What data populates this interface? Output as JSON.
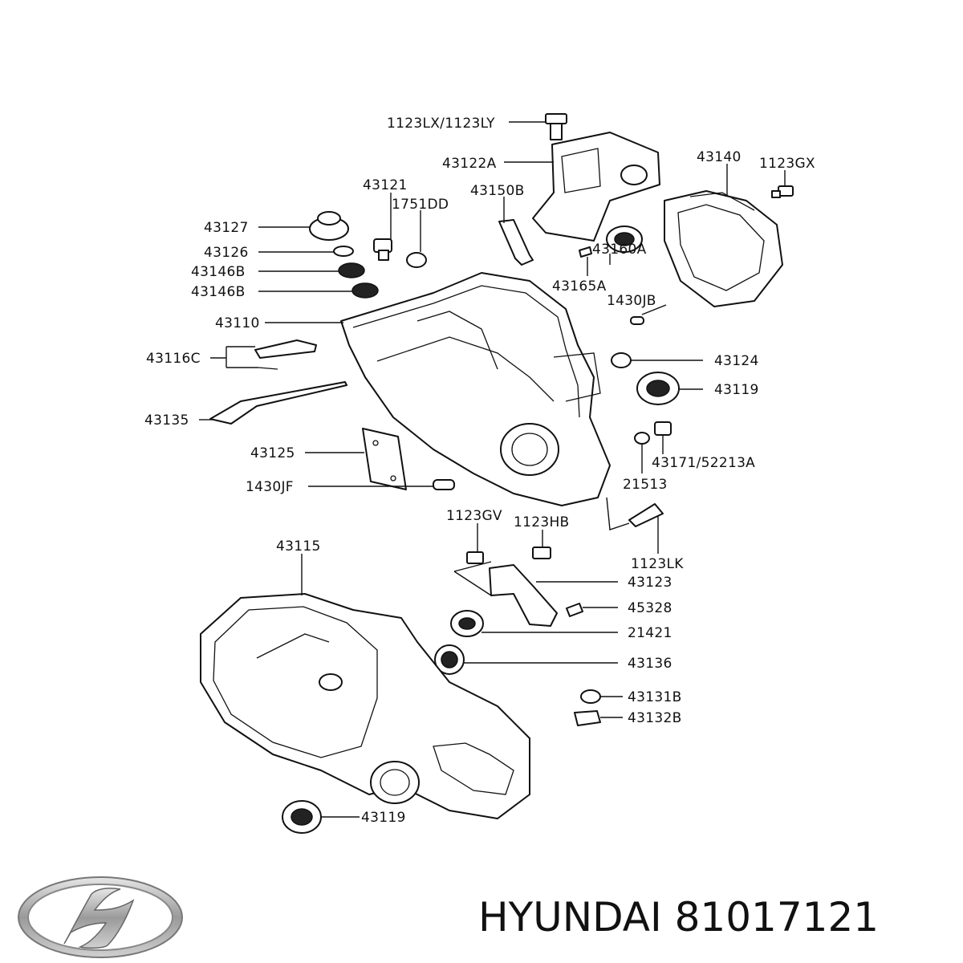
{
  "labels": {
    "l_1123lx": "1123LX/1123LY",
    "l_43122a": "43122A",
    "l_43140": "43140",
    "l_1123gx": "1123GX",
    "l_43121": "43121",
    "l_1751dd": "1751DD",
    "l_43150b": "43150B",
    "l_43127": "43127",
    "l_43126": "43126",
    "l_43146b_1": "43146B",
    "l_43146b_2": "43146B",
    "l_43160a": "43160A",
    "l_43165a": "43165A",
    "l_1430jb": "1430JB",
    "l_43110": "43110",
    "l_43116c": "43116C",
    "l_43124": "43124",
    "l_43119_top": "43119",
    "l_43135": "43135",
    "l_43125": "43125",
    "l_43171": "43171/52213A",
    "l_21513": "21513",
    "l_1430jf": "1430JF",
    "l_1123gv": "1123GV",
    "l_1123hb": "1123HB",
    "l_43115": "43115",
    "l_1123lk": "1123LK",
    "l_43123": "43123",
    "l_45328": "45328",
    "l_21421": "21421",
    "l_43136": "43136",
    "l_43131b": "43131B",
    "l_43132b": "43132B",
    "l_43119_bottom": "43119"
  },
  "caption": {
    "brand": "HYUNDAI",
    "part_number": "81017121"
  },
  "logo": {
    "icon": "hyundai-logo-icon"
  }
}
